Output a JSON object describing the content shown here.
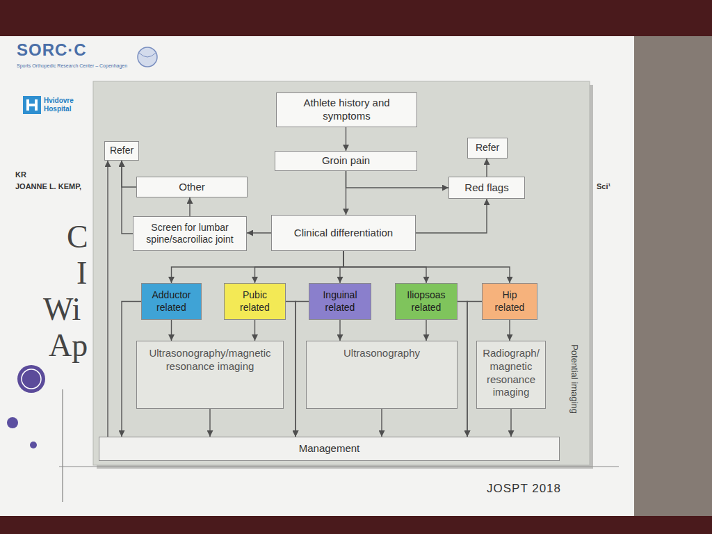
{
  "diagram": {
    "nodes": [
      {
        "text": [
          "Athlete history and symptoms"
        ]
      },
      {
        "text": [
          "Refer"
        ]
      },
      {
        "text": [
          "Groin pain"
        ]
      },
      {
        "text": [
          "Refer"
        ]
      },
      {
        "text": [
          "Other"
        ]
      },
      {
        "text": [
          "Red flags"
        ]
      },
      {
        "text": [
          "Screen for lumbar spine/sacroiliac joint"
        ]
      },
      {
        "text": [
          "Clinical differentiation"
        ]
      },
      {
        "text": [
          "Adductor related"
        ]
      },
      {
        "text": [
          "Pubic related"
        ]
      },
      {
        "text": [
          "Inguinal related"
        ]
      },
      {
        "text": [
          "Iliopsoas related"
        ]
      },
      {
        "text": [
          "Hip related"
        ]
      },
      {
        "text": [
          "Ultrasonography/magnetic resonance imaging"
        ]
      },
      {
        "text": [
          "Ultrasonography"
        ]
      },
      {
        "text": [
          "Radiograph/ magnetic resonance imaging"
        ]
      },
      {
        "text": [
          "Management"
        ]
      }
    ],
    "edges": [
      {
        "from": 0,
        "to": 2,
        "arrow": "to"
      },
      {
        "from": 2,
        "to": 7,
        "arrow": "to"
      },
      {
        "from": 2,
        "to": 5,
        "arrow": "to"
      },
      {
        "from": 7,
        "to": 5,
        "arrow": "to"
      },
      {
        "from": 5,
        "to": 3,
        "arrow": "to"
      },
      {
        "from": 7,
        "to": 6,
        "arrow": "to"
      },
      {
        "from": 6,
        "to": 4,
        "arrow": "to"
      },
      {
        "from": 4,
        "to": 1,
        "arrow": "to"
      },
      {
        "from": 6,
        "to": 1,
        "arrow": "to"
      },
      {
        "from": 16,
        "to": 1,
        "arrow": "to"
      },
      {
        "from": 7,
        "to": 8,
        "arrow": "to"
      },
      {
        "from": 7,
        "to": 9,
        "arrow": "to"
      },
      {
        "from": 7,
        "to": 10,
        "arrow": "to"
      },
      {
        "from": 7,
        "to": 11,
        "arrow": "to"
      },
      {
        "from": 7,
        "to": 12,
        "arrow": "to"
      },
      {
        "from": 8,
        "to": 13,
        "arrow": "to"
      },
      {
        "from": 9,
        "to": 13,
        "arrow": "to"
      },
      {
        "from": 10,
        "to": 14,
        "arrow": "to"
      },
      {
        "from": 11,
        "to": 14,
        "arrow": "to"
      },
      {
        "from": 12,
        "to": 15,
        "arrow": "to"
      },
      {
        "from": 8,
        "to": 16,
        "arrow": "to"
      },
      {
        "from": 9,
        "to": 16,
        "arrow": "to"
      },
      {
        "from": 10,
        "to": 16,
        "arrow": "to"
      },
      {
        "from": 11,
        "to": 16,
        "arrow": "to"
      },
      {
        "from": 12,
        "to": 16,
        "arrow": "to"
      },
      {
        "from": 13,
        "to": 16,
        "arrow": "to"
      },
      {
        "from": 14,
        "to": 16,
        "arrow": "to"
      },
      {
        "from": 15,
        "to": 16,
        "arrow": "to"
      }
    ],
    "labels": [
      "SORC·C",
      "Sports Orthopedic Research Center – Copenhagen",
      "Hvidovre Hospital",
      "KR",
      "JOANNE L. KEMP,",
      "Sci¹",
      "C",
      "I",
      "Wi",
      "Ap",
      "Potential imaging",
      "JOSPT 2018"
    ]
  }
}
